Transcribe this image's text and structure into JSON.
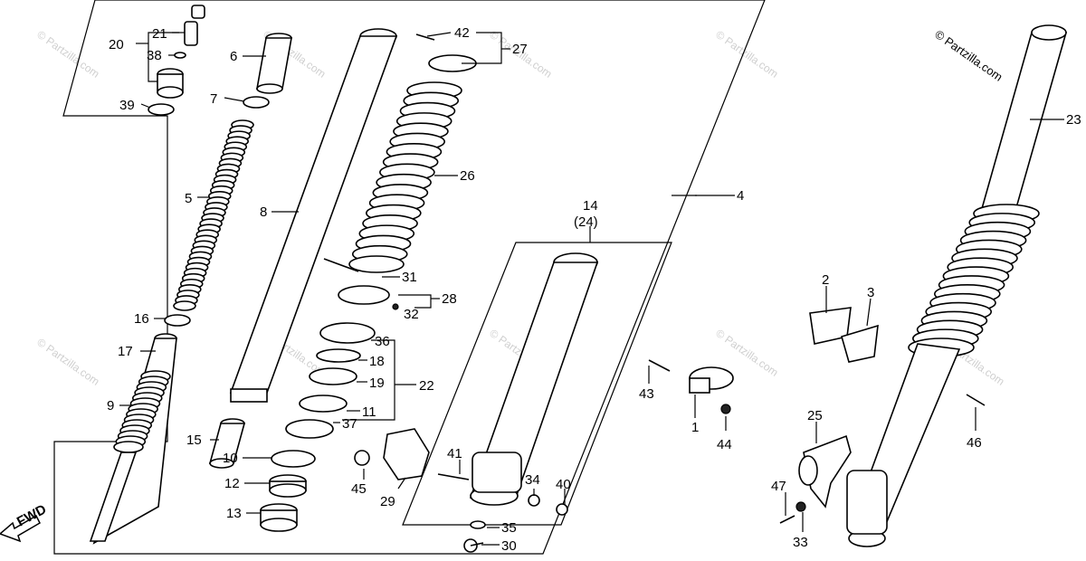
{
  "copyright": "© Partzilla.com",
  "watermark": "© Partzilla.com",
  "fwd_label": "FWD",
  "callouts": {
    "p1": "1",
    "p2": "2",
    "p3": "3",
    "p4": "4",
    "p5": "5",
    "p6": "6",
    "p7": "7",
    "p8": "8",
    "p9": "9",
    "p10": "10",
    "p11": "11",
    "p12": "12",
    "p13": "13",
    "p14": "14",
    "p24": "(24)",
    "p15": "15",
    "p16": "16",
    "p17": "17",
    "p18": "18",
    "p19": "19",
    "p20": "20",
    "p21": "21",
    "p22": "22",
    "p23": "23",
    "p25": "25",
    "p26": "26",
    "p27": "27",
    "p28": "28",
    "p29": "29",
    "p30": "30",
    "p31": "31",
    "p32": "32",
    "p33": "33",
    "p34": "34",
    "p35": "35",
    "p36": "36",
    "p37": "37",
    "p38": "38",
    "p39": "39",
    "p40": "40",
    "p41": "41",
    "p42": "42",
    "p43": "43",
    "p44": "44",
    "p45": "45",
    "p46": "46",
    "p47": "47"
  }
}
